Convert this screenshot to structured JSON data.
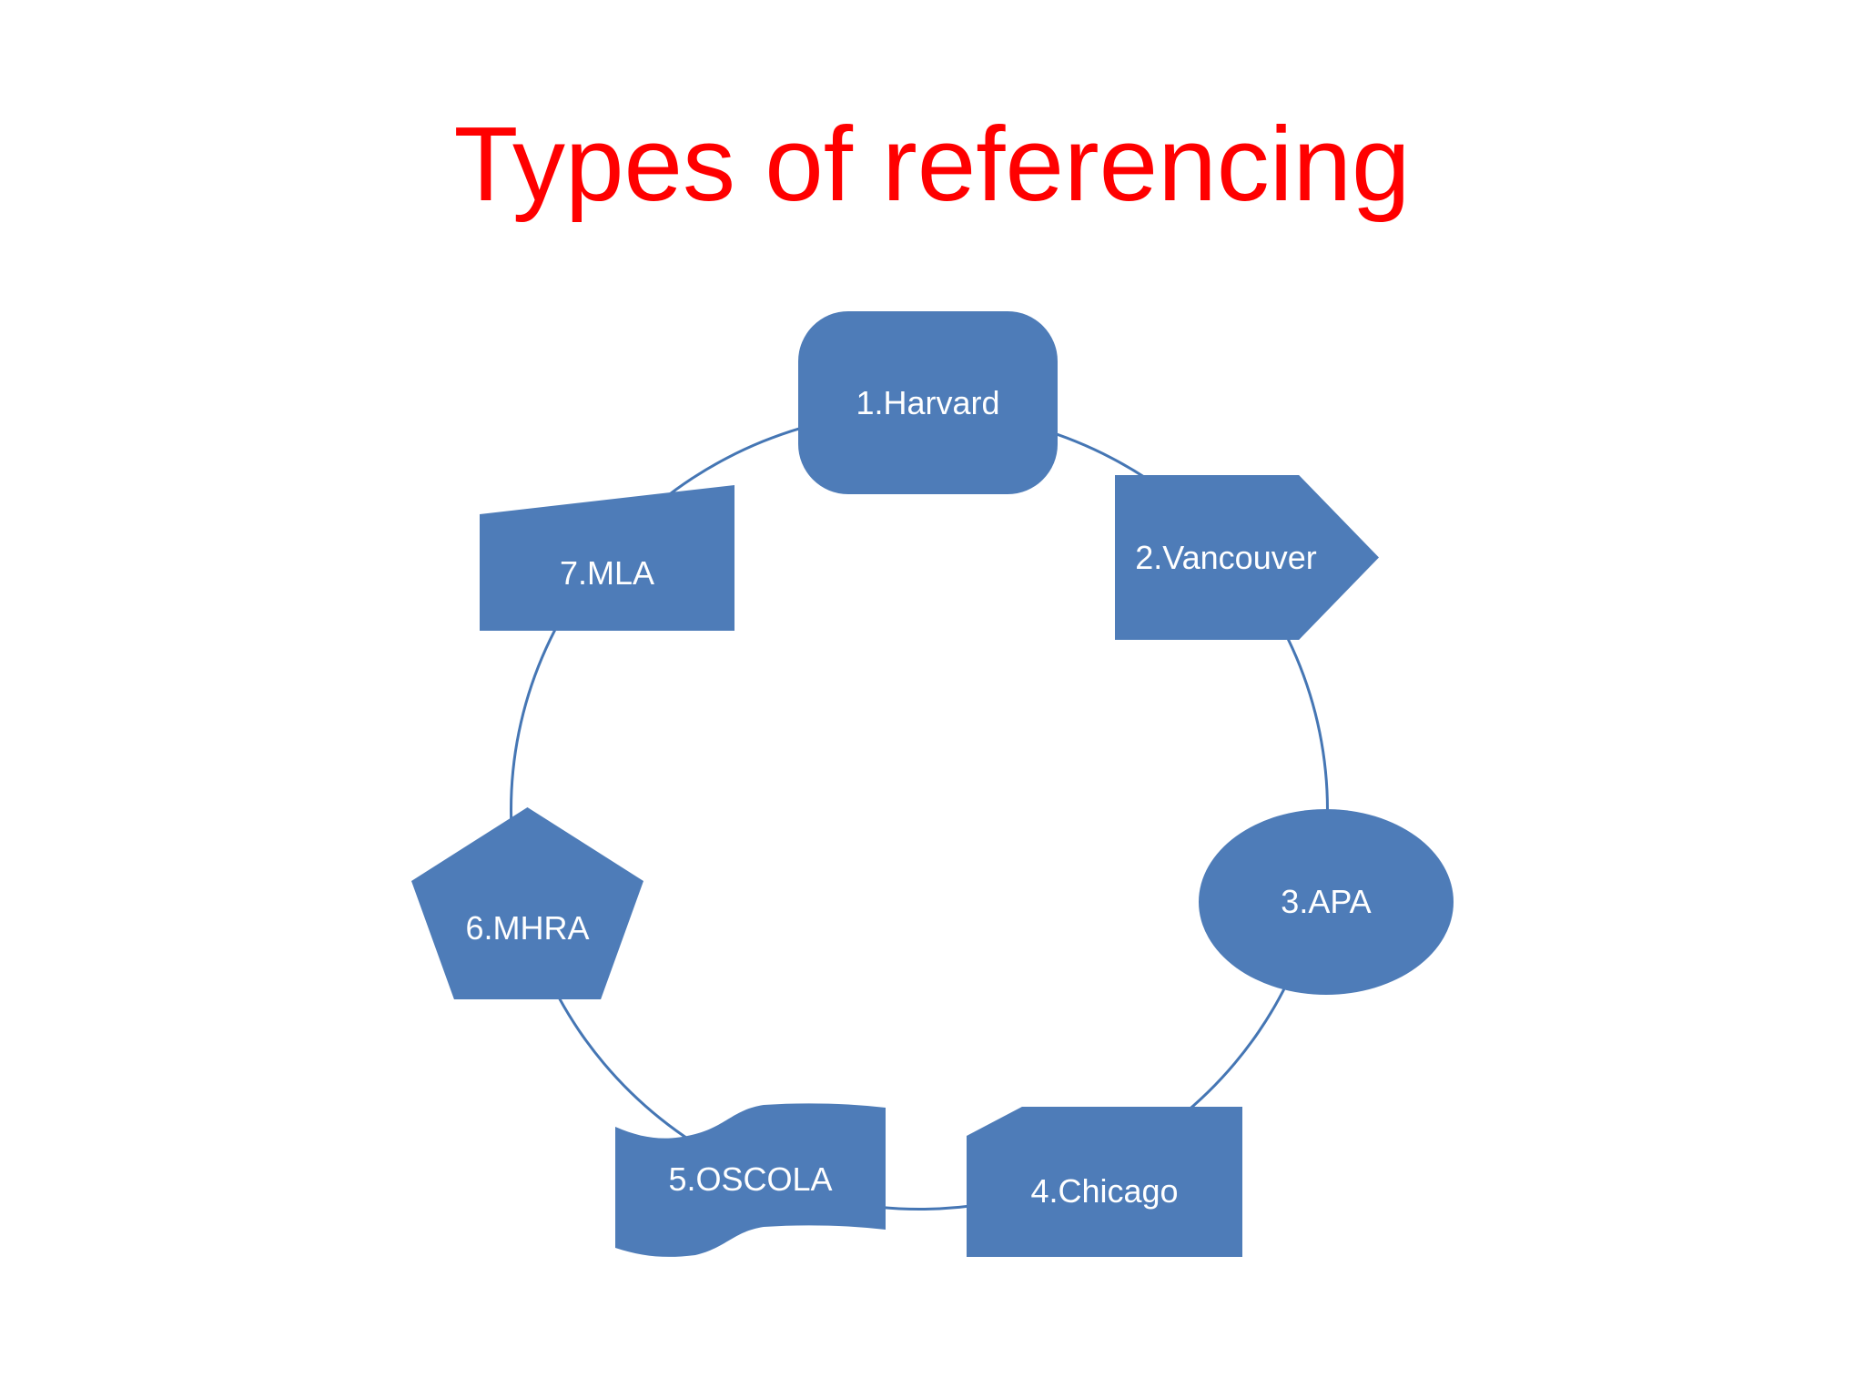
{
  "slide": {
    "title": "Types of referencing"
  },
  "colors": {
    "background": "#FFFFFF",
    "title_red": "#FF0000",
    "shape_fill": "#4E7CB8",
    "circle_stroke": "#4576B4",
    "shape_text": "#FFFFFF"
  },
  "diagram": {
    "layout": "circular-cycle",
    "connector": "thin-circle",
    "nodes": [
      {
        "label": "1.Harvard",
        "shape": "rounded-rectangle",
        "position": "top"
      },
      {
        "label": "2.Vancouver",
        "shape": "pentagon-arrow-right",
        "position": "upper-right"
      },
      {
        "label": "3.APA",
        "shape": "ellipse",
        "position": "right"
      },
      {
        "label": "4.Chicago",
        "shape": "snip-corner-rectangle",
        "position": "bottom-right"
      },
      {
        "label": "5.OSCOLA",
        "shape": "wave-flag",
        "position": "bottom-left"
      },
      {
        "label": "6.MHRA",
        "shape": "pentagon",
        "position": "lower-left"
      },
      {
        "label": "7.MLA",
        "shape": "slant-top-rectangle",
        "position": "upper-left"
      }
    ]
  }
}
